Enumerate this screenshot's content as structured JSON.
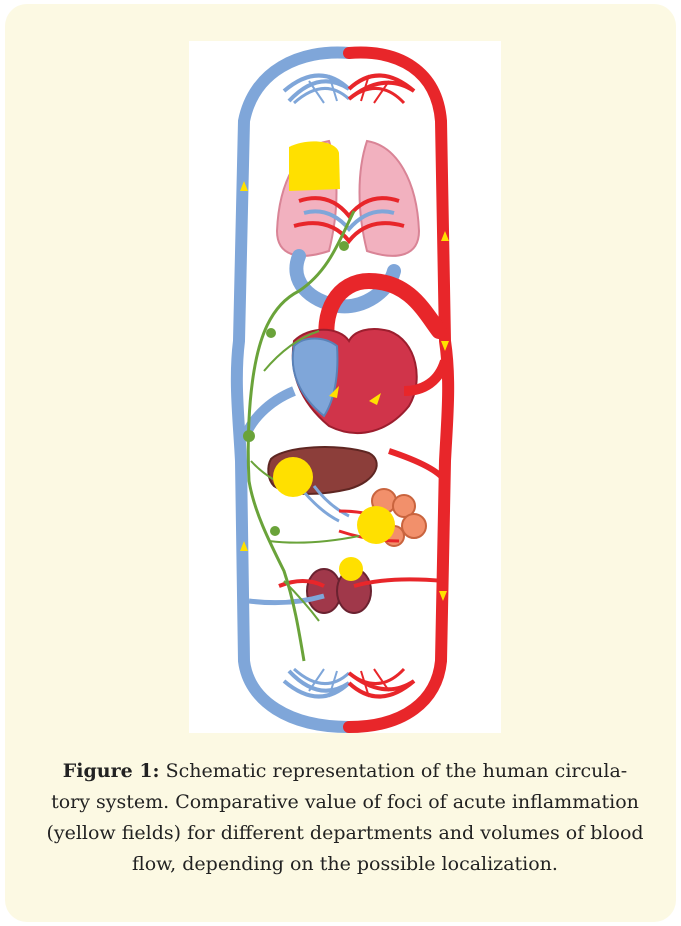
{
  "figure": {
    "label": "Figure 1:",
    "caption_lines": [
      "Schematic representation of the human circula-",
      "tory system. Comparative value of foci of acute inflammation",
      "(yellow fields) for different departments and volumes of blood",
      "flow, depending on the possible localization."
    ]
  },
  "colors": {
    "card_background": "#fcf9e3",
    "arterial": "#e8262a",
    "venous": "#7fa6d9",
    "lymph": "#6aa33a",
    "organ": "#d0344a",
    "lung": "#f2b1bf",
    "liver": "#8c3e3a",
    "intestine": "#f2906b",
    "inflammation_focus": "#ffe000"
  }
}
